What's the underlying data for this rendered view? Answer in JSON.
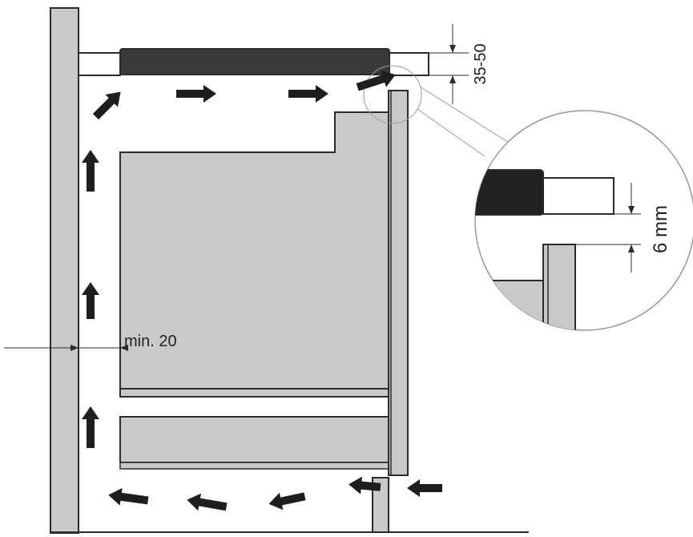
{
  "labels": {
    "gap_top": "35-50",
    "gap_side": "min. 20",
    "detail_gap": "6 mm"
  },
  "colors": {
    "panel": "#c9c9c9",
    "hob": "#3a3a3a",
    "stroke": "#2b2b2b",
    "arrow": "#1e1e1e",
    "background": "#ffffff"
  },
  "airflow": {
    "description_icon": "airflow-arrow-icon"
  }
}
